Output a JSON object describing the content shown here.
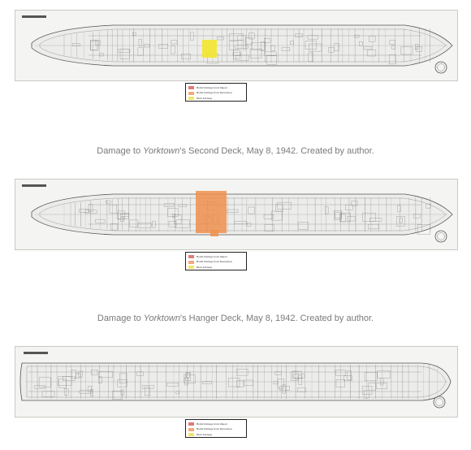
{
  "legend": {
    "items": [
      {
        "label": "Bomb Damage from Impact",
        "color": "#e07a78",
        "italic": false
      },
      {
        "label": "Bomb Damage from Detonation",
        "color": "#f0aa7c",
        "italic": false
      },
      {
        "label": "Blast Damage",
        "color": "#f3e36a",
        "italic": true
      }
    ]
  },
  "captions": {
    "second_deck": {
      "pre": "Damage to ",
      "ship": "Yorktown",
      "post": "'s Second Deck, May 8, 1942. Created by author."
    },
    "hanger_deck": {
      "pre": "Damage to ",
      "ship": "Yorktown",
      "post": "'s Hanger Deck, May 8, 1942. Created by author."
    }
  },
  "colors": {
    "blast": "#f3e72c",
    "detonation": "#f0924e",
    "impact": "#e07a78"
  }
}
